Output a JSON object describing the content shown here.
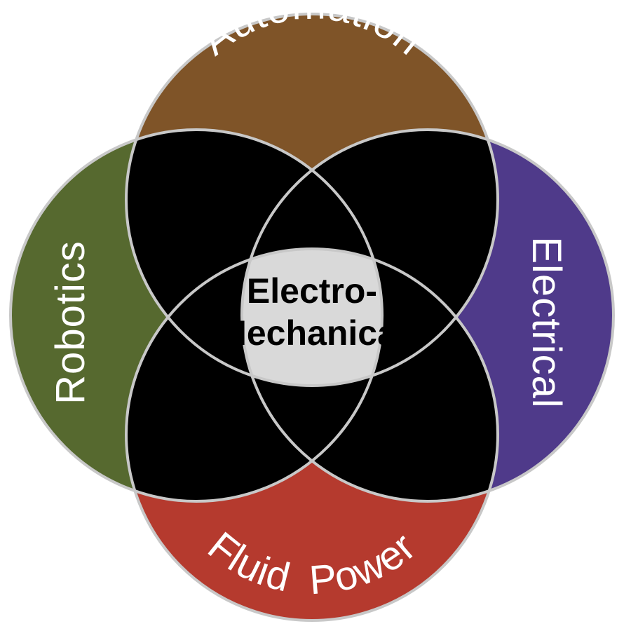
{
  "diagram": {
    "center": {
      "line1": "Electro-",
      "line2": "Mechanical"
    },
    "circles": {
      "top": {
        "label": "Automation",
        "color": "#7f5428"
      },
      "left": {
        "label": "Robotics",
        "color": "#56692f"
      },
      "right": {
        "label": "Electrical",
        "color": "#4f3a8a"
      },
      "bottom": {
        "label": "Fluid  Power",
        "color": "#b53a2e"
      }
    },
    "overlap_color": "#000000",
    "center_color": "#d9d9d9",
    "outline_color": "#c8c8c8"
  }
}
